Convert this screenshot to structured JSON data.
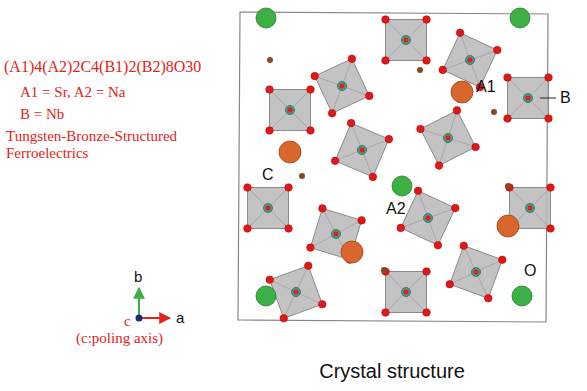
{
  "diagram": {
    "caption": "Crystal structure",
    "labels": [
      "(A1)4(A2)2C4(B1)2(B2)8O30",
      "A1 = Sr, A2 = Na",
      "B = Nb",
      "Tungsten-Bronze-Structured Ferroelectrics",
      "b",
      "c",
      "a",
      "(c:poling axis)",
      "A1",
      "A2",
      "C",
      "B",
      "O"
    ]
  }
}
